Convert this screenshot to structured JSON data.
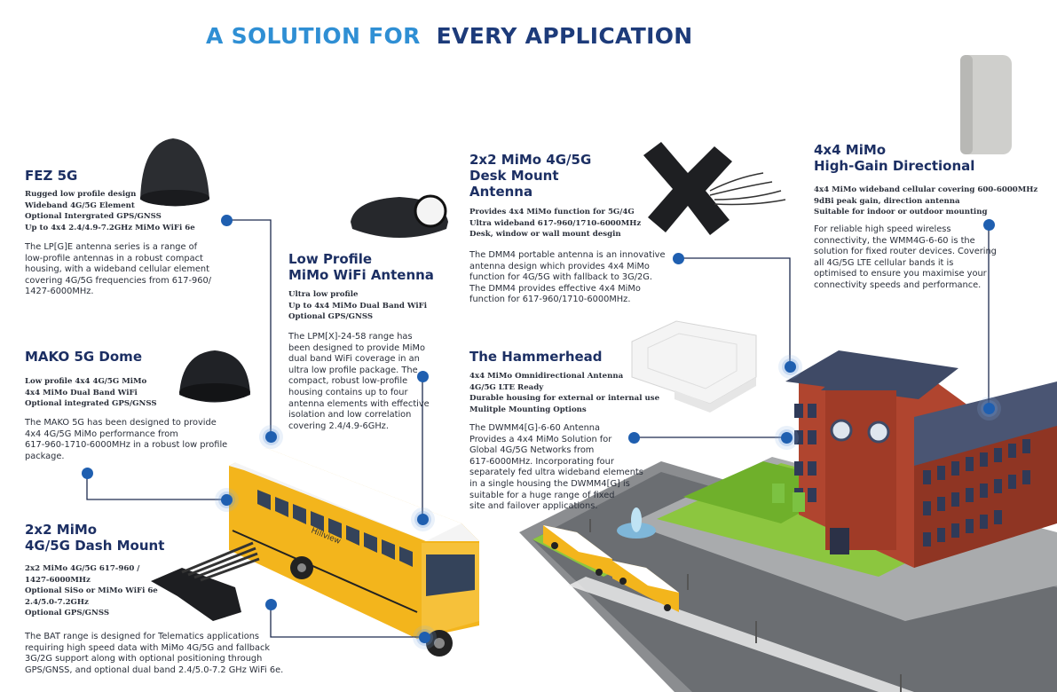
{
  "title": {
    "part1": "A SOLUTION FOR ",
    "part2": " EVERY APPLICATION"
  },
  "products": {
    "fez": {
      "heading": "FEZ 5G",
      "features": [
        "Rugged low profile design",
        "Wideband 4G/5G Element",
        "Optional Intergrated GPS/GNSS",
        "Up to 4x4 2.4/4.9-7.2GHz MiMo WiFi 6e"
      ],
      "body": [
        "The LP[G]E antenna series is a range of",
        "low-profile antennas in a robust compact",
        "housing, with a wideband cellular element",
        "covering 4G/5G frequencies from 617-960/",
        "1427-6000MHz."
      ]
    },
    "mako": {
      "heading": "MAKO 5G Dome",
      "features": [
        "Low profile 4x4 4G/5G MiMo",
        "4x4 MiMo Dual Band WiFi",
        "Optional integrated GPS/GNSS"
      ],
      "body": [
        "The MAKO 5G  has been designed to provide",
        "4x4 4G/5G MiMo performance from",
        "617-960-1710-6000MHz in a robust low profile",
        "package."
      ]
    },
    "dash": {
      "heading": [
        "2x2 MiMo",
        "4G/5G Dash Mount"
      ],
      "features": [
        "2x2 MiMo 4G/5G 617-960 /",
        "1427-6000MHz",
        "Optional SiSo or MiMo WiFi 6e",
        "2.4/5.0-7.2GHz",
        "Optional GPS/GNSS"
      ],
      "body": [
        "The BAT range is designed for Telematics applications",
        "requiring high speed data with MiMo 4G/5G and fallback",
        "3G/2G support along with optional positioning through",
        "GPS/GNSS, and optional dual band 2.4/5.0-7.2 GHz WiFi 6e."
      ]
    },
    "lpm": {
      "heading": [
        "Low Profile",
        "MiMo WiFi Antenna"
      ],
      "features": [
        "Ultra low profile",
        "Up to 4x4 MiMo Dual Band WiFi",
        "Optional GPS/GNSS"
      ],
      "body": [
        "The LPM[X]-24-58 range has",
        "been designed to provide MiMo",
        "dual band WiFi coverage in an",
        "ultra low profile package. The",
        "compact, robust low-profile",
        "housing contains up to four",
        "antenna elements with effective",
        "isolation and low correlation",
        "covering 2.4/4.9-6GHz."
      ]
    },
    "desk": {
      "heading": [
        "2x2 MiMo 4G/5G",
        "Desk Mount",
        "Antenna"
      ],
      "features": [
        "Provides 4x4 MiMo function for 5G/4G",
        "Ultra wideband 617-960/1710-6000MHz",
        "Desk, window or wall mount desgin"
      ],
      "body": [
        "The DMM4 portable antenna is an innovative",
        "antenna design which provides 4x4 MiMo",
        "function for 4G/5G with fallback to 3G/2G.",
        "The DMM4 provides effective 4x4 MiMo",
        "function for 617-960/1710-6000MHz."
      ]
    },
    "hammer": {
      "heading": "The Hammerhead",
      "features": [
        "4x4 MiMo Omnidirectional Antenna",
        "4G/5G LTE Ready",
        "Durable housing for external or internal use",
        "Mulitple Mounting Options"
      ],
      "body": [
        "The DWMM4[G]-6-60 Antenna",
        "Provides a 4x4 MiMo Solution for",
        "Global 4G/5G Networks from",
        "617-6000MHz. Incorporating four",
        "separately fed ultra wideband elements",
        "in a single housing the DWMM4[G] is",
        "suitable for a huge range of fixed",
        "site and failover applications."
      ]
    },
    "directional": {
      "heading": [
        "4x4 MiMo",
        "High-Gain Directional"
      ],
      "features": [
        "4x4 MiMo wideband cellular covering 600-6000MHz",
        "9dBi peak gain, direction antenna",
        "Suitable for indoor or outdoor mounting"
      ],
      "body": [
        "For reliable high speed wireless",
        "connectivity, the WMM4G-6-60 is the",
        "solution for fixed router devices. Covering",
        "all 4G/5G LTE cellular bands it is",
        "optimised to ensure you maximise your",
        "connectivity speeds and performance."
      ]
    }
  },
  "bus": {
    "side_text": "Hillview"
  },
  "colors": {
    "title_light": "#2f8fd4",
    "title_dark": "#1d3b7a",
    "heading": "#1c2f63",
    "dot": "#1f5fb0",
    "bus_yellow": "#f3b51c",
    "brick": "#b0452f",
    "roof": "#3f4a66",
    "grass": "#8cc63f",
    "road": "#6b6e72"
  }
}
